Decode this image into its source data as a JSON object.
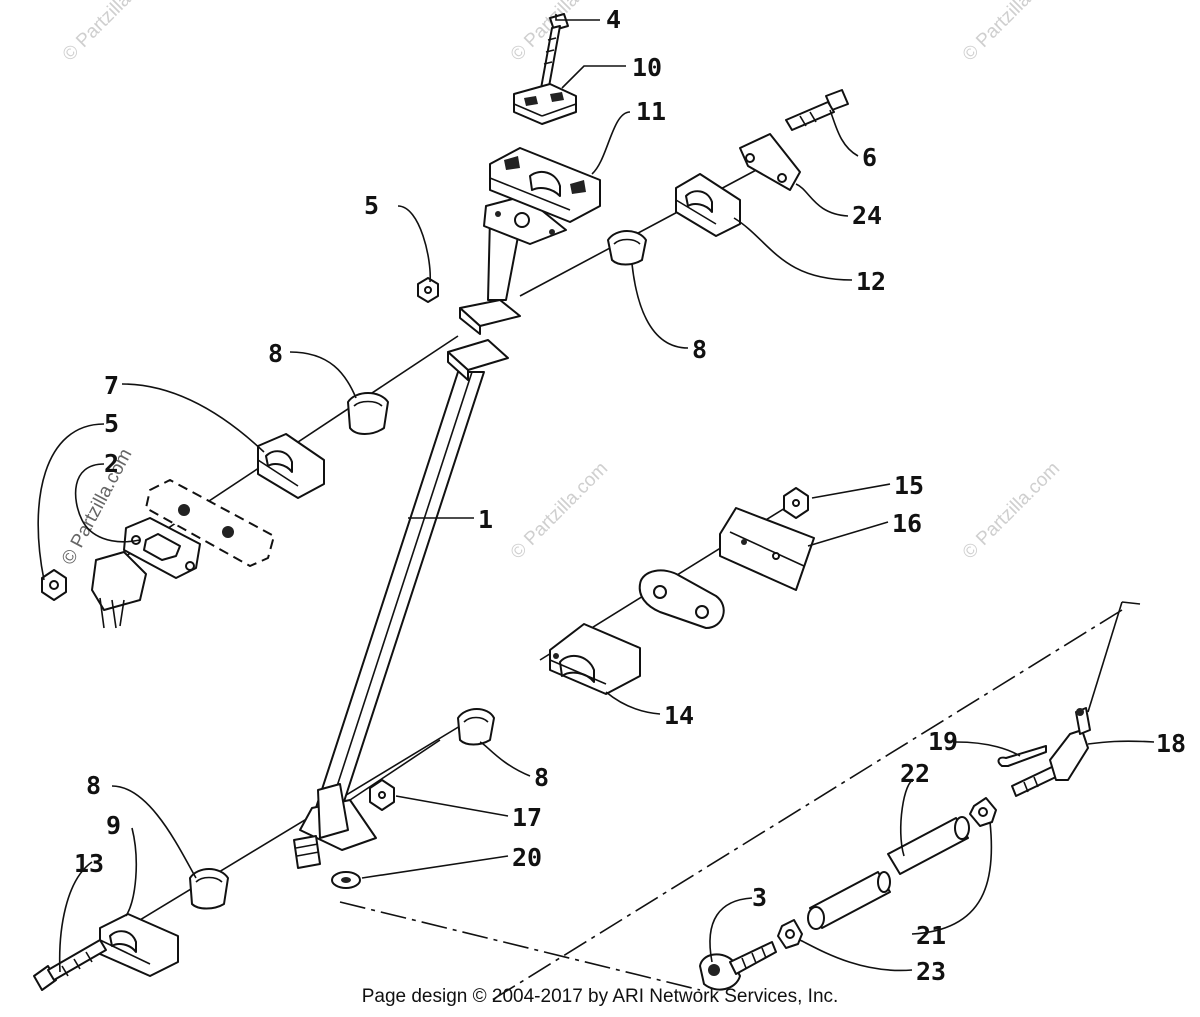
{
  "watermark": {
    "text": "© Partzilla.com"
  },
  "footer": {
    "copyright": "Page design © 2004-2017 by ARI Network Services, Inc."
  },
  "callouts": {
    "c1": "1",
    "c2": "2",
    "c3": "3",
    "c4": "4",
    "c5a": "5",
    "c5b": "5",
    "c6": "6",
    "c7": "7",
    "c8a": "8",
    "c8b": "8",
    "c8c": "8",
    "c8d": "8",
    "c9": "9",
    "c10": "10",
    "c11": "11",
    "c12": "12",
    "c13": "13",
    "c14": "14",
    "c15": "15",
    "c16": "16",
    "c17": "17",
    "c18": "18",
    "c19": "19",
    "c20": "20",
    "c21": "21",
    "c22": "22",
    "c23": "23",
    "c24": "24"
  }
}
